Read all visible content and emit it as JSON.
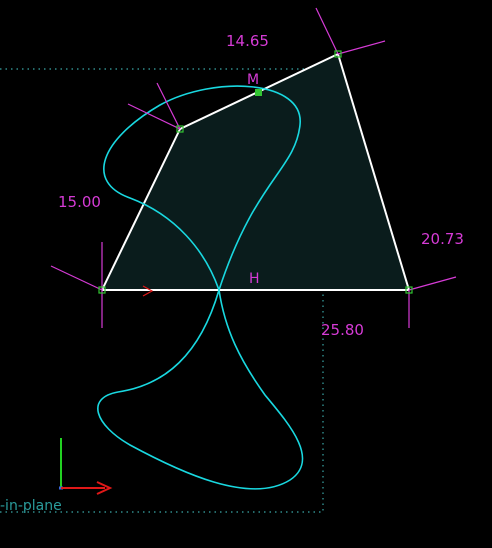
{
  "colors": {
    "background": "#000000",
    "quad_fill": "#0a1c1c",
    "quad_edge": "#ffffff",
    "curve": "#19d8e0",
    "dimension": "#d63bd6",
    "guide": "#3aa6a6",
    "vertex": "#33c633",
    "axis_x": "#e01818",
    "axis_y": "#22d122",
    "axis_z": "#3a68e0",
    "coord_label": "#2a9c9c"
  },
  "dimensions": {
    "top": "14.65",
    "left": "15.00",
    "right": "20.73",
    "bottom": "25.80"
  },
  "points": {
    "midpoint_label": "M",
    "base_label": "H"
  },
  "coordinate_system": {
    "label": "-in-plane"
  }
}
